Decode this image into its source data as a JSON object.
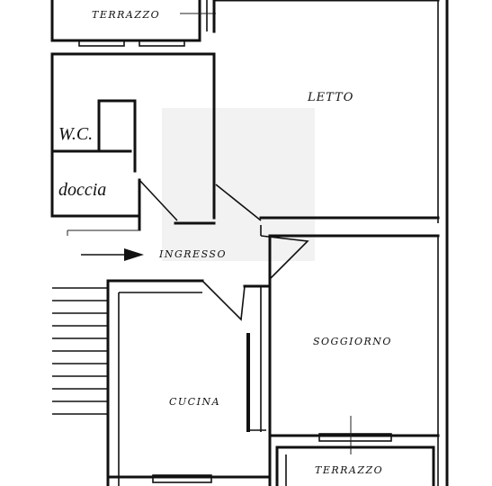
{
  "rooms": {
    "terrazzo_top": "TERRAZZO",
    "letto": "LETTO",
    "wc": "W.C.",
    "doccia": "doccia",
    "ingresso": "INGRESSO",
    "soggiorno": "SOGGIORNO",
    "cucina": "CUCINA",
    "terrazzo_bottom": "TERRAZZO"
  },
  "icons": {
    "entrance_arrow": "arrow-right-icon",
    "stairs": "stairs-icon"
  },
  "colors": {
    "ink": "#111111",
    "paper": "#ffffff"
  }
}
